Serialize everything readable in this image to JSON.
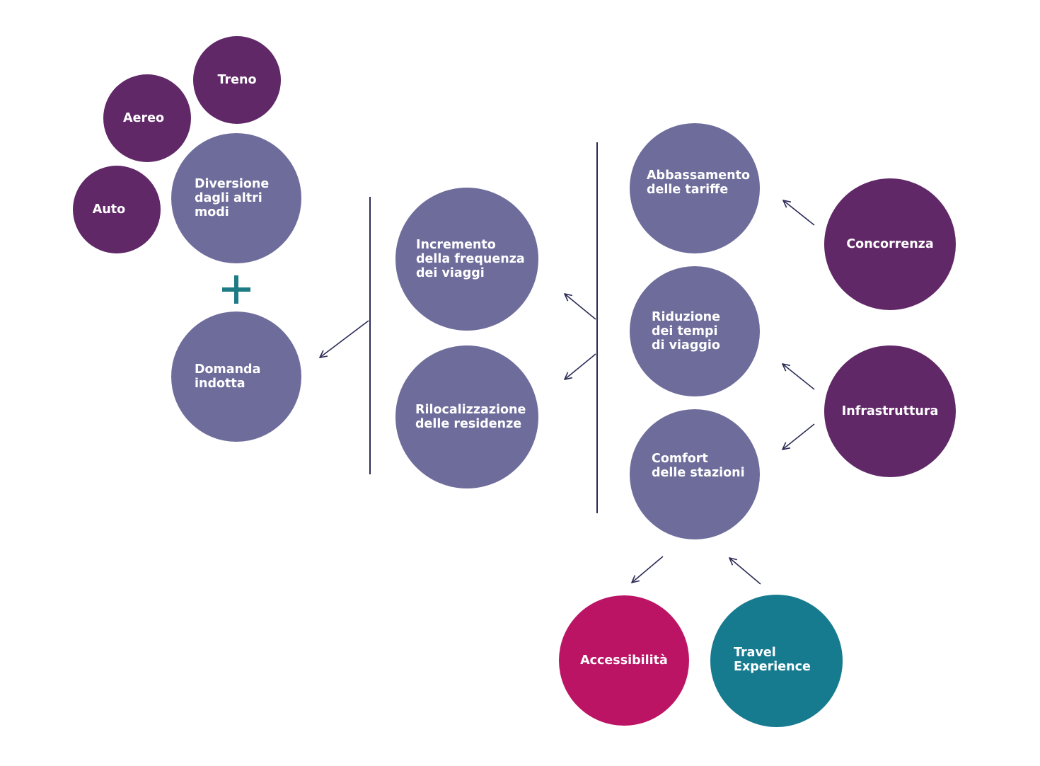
{
  "colors": {
    "slate": "#6e6c9b",
    "purple": "#612868",
    "magenta": "#bc1465",
    "teal": "#177b90",
    "plus": "#1d7b84",
    "line": "#2b2b55"
  },
  "nodes": {
    "treno": [
      "Treno"
    ],
    "aereo": [
      "Aereo"
    ],
    "auto": [
      "Auto"
    ],
    "diversione": [
      "Diversione",
      "dagli altri",
      "modi"
    ],
    "plus_symbol": "+",
    "domanda": [
      "Domanda",
      "indotta"
    ],
    "incremento": [
      "Incremento",
      "della frequenza",
      "dei viaggi"
    ],
    "rilocalizzazione": [
      "Rilocalizzazione",
      "delle residenze"
    ],
    "abbassamento": [
      "Abbassamento",
      "delle tariffe"
    ],
    "riduzione": [
      "Riduzione",
      "dei tempi",
      "di viaggio"
    ],
    "comfort": [
      "Comfort",
      "delle stazioni"
    ],
    "concorrenza": [
      "Concorrenza"
    ],
    "infrastruttura": [
      "Infrastruttura"
    ],
    "accessibilita": [
      "Accessibilità"
    ],
    "travel": [
      "Travel",
      "Experience"
    ]
  }
}
